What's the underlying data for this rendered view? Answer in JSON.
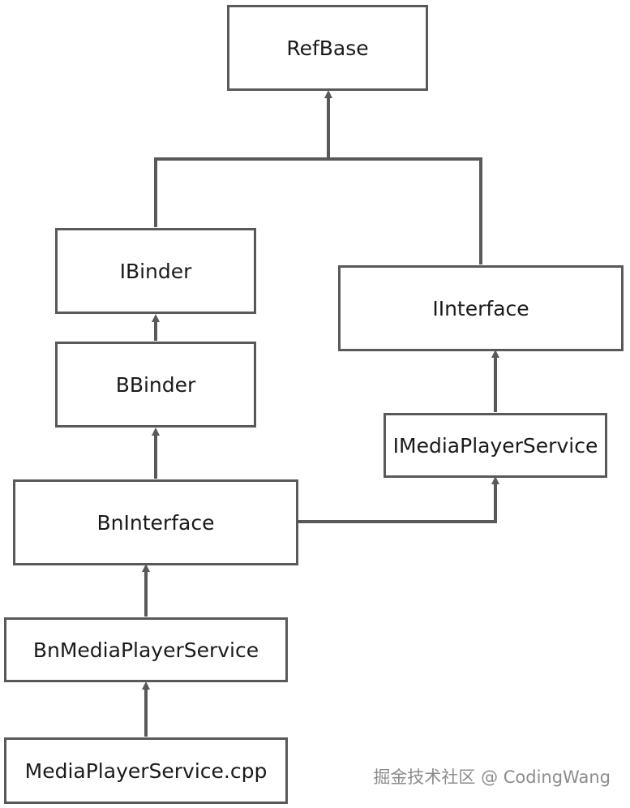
{
  "nodes": {
    "refbase": "RefBase",
    "ibinder": "IBinder",
    "bbinder": "BBinder",
    "iinterface": "IInterface",
    "imediaplayerservice": "IMediaPlayerService",
    "bninterface": "BnInterface",
    "bnmediaplayerservice": "BnMediaPlayerService",
    "mediaplayerservice_cpp": "MediaPlayerService.cpp"
  },
  "watermark": "掘金技术社区 @ CodingWang",
  "colors": {
    "stroke": "#595959",
    "text": "#1a1a1a",
    "watermark": "#8c8c8c"
  }
}
